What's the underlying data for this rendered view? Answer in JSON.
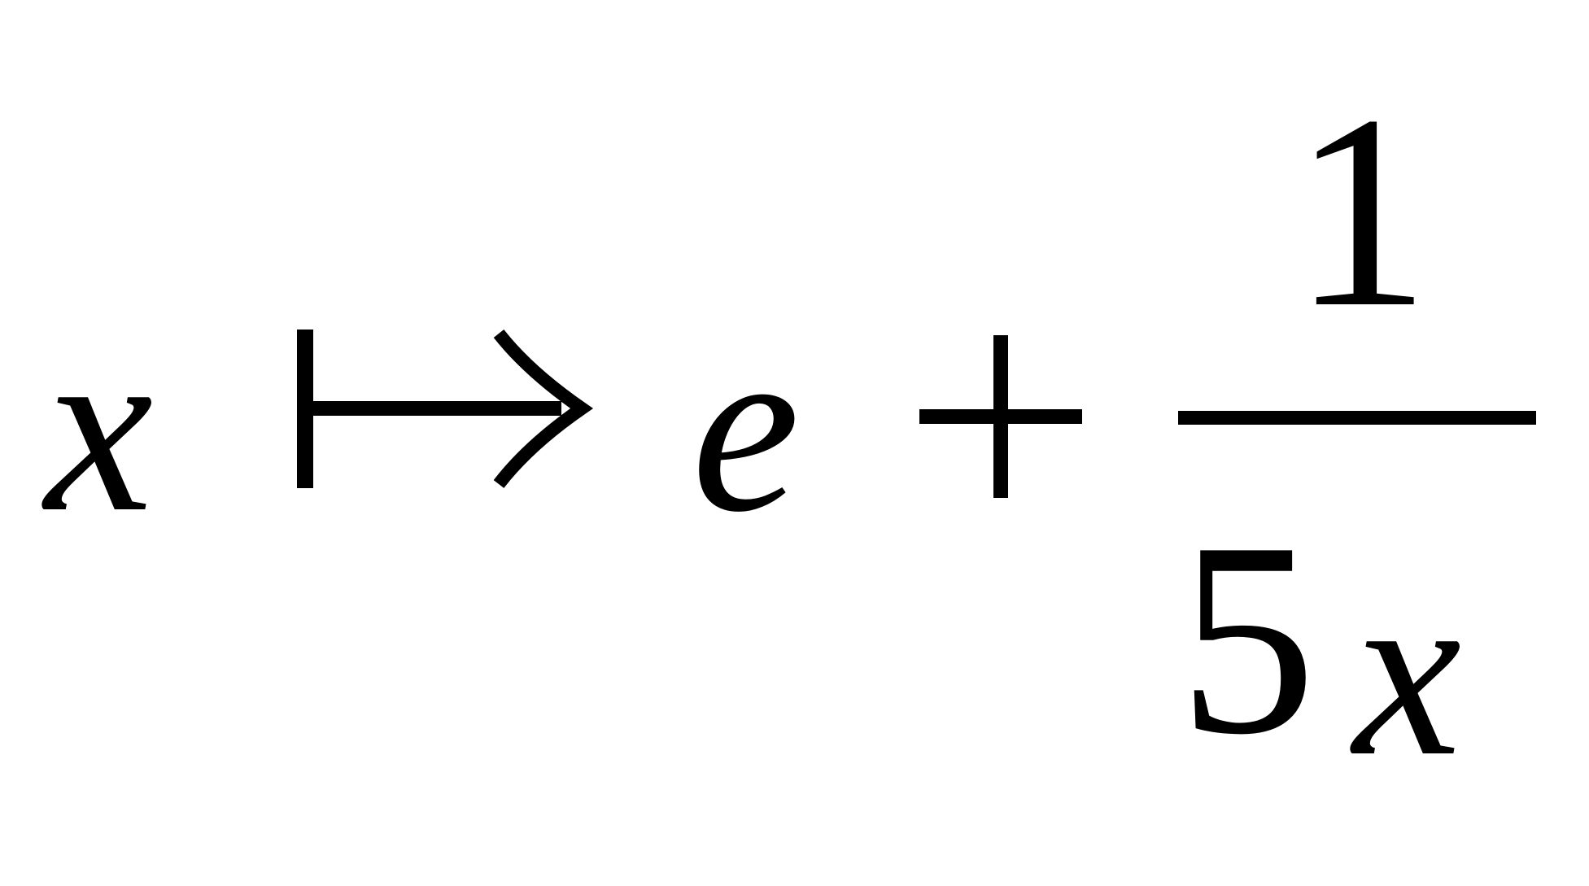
{
  "formula": {
    "variable": "x",
    "mapsto_symbol": "↦",
    "constant": "e",
    "operator": "+",
    "fraction": {
      "numerator": "1",
      "denominator_coefficient": "5",
      "denominator_variable": "x"
    }
  },
  "colors": {
    "ink": "#000000",
    "background": "#ffffff"
  }
}
